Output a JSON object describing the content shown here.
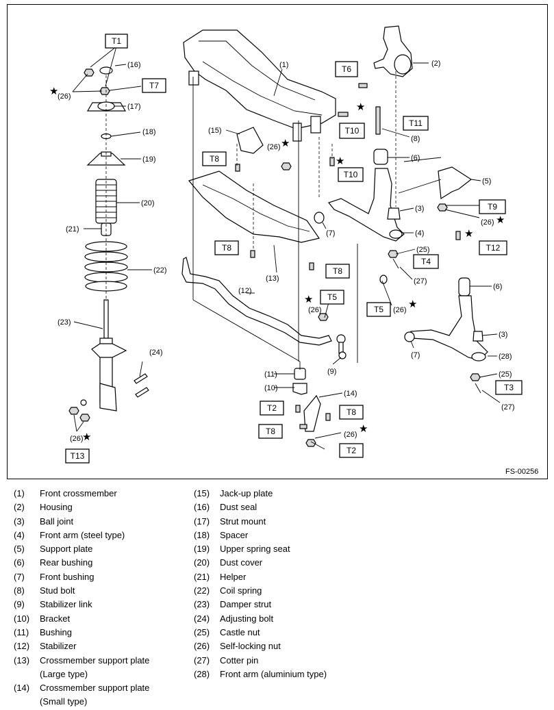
{
  "figure_code": "FS-00256",
  "callouts": {
    "n1": "(1)",
    "n2": "(2)",
    "n3a": "(3)",
    "n3b": "(3)",
    "n4": "(4)",
    "n5": "(5)",
    "n6a": "(6)",
    "n6b": "(6)",
    "n7a": "(7)",
    "n7b": "(7)",
    "n8": "(8)",
    "n9": "(9)",
    "n10": "(10)",
    "n11": "(11)",
    "n12": "(12)",
    "n13": "(13)",
    "n14": "(14)",
    "n15": "(15)",
    "n16": "(16)",
    "n17": "(17)",
    "n18": "(18)",
    "n19": "(19)",
    "n20": "(20)",
    "n21": "(21)",
    "n22": "(22)",
    "n23": "(23)",
    "n24": "(24)",
    "n25a": "(25)",
    "n25b": "(25)",
    "n26a": "(26)",
    "n26b": "(26)",
    "n26c": "(26)",
    "n26d": "(26)",
    "n26e": "(26)",
    "n26f": "(26)",
    "n26g": "(26)",
    "n27a": "(27)",
    "n27b": "(27)",
    "n28": "(28)"
  },
  "torque_labels": {
    "t1": "T1",
    "t7": "T7",
    "t6": "T6",
    "t10a": "T10",
    "t10b": "T10",
    "t11": "T11",
    "t8a": "T8",
    "t8b": "T8",
    "t8c": "T8",
    "t8d": "T8",
    "t8e": "T8",
    "t9": "T9",
    "t12": "T12",
    "t4": "T4",
    "t5a": "T5",
    "t5b": "T5",
    "t2a": "T2",
    "t2b": "T2",
    "t3": "T3",
    "t13": "T13"
  },
  "star_symbol": "★",
  "legend_left": [
    {
      "num": "(1)",
      "text": "Front crossmember"
    },
    {
      "num": "(2)",
      "text": "Housing"
    },
    {
      "num": "(3)",
      "text": "Ball joint"
    },
    {
      "num": "(4)",
      "text": "Front arm (steel type)"
    },
    {
      "num": "(5)",
      "text": "Support plate"
    },
    {
      "num": "(6)",
      "text": "Rear bushing"
    },
    {
      "num": "(7)",
      "text": "Front bushing"
    },
    {
      "num": "(8)",
      "text": "Stud bolt"
    },
    {
      "num": "(9)",
      "text": "Stabilizer link"
    },
    {
      "num": "(10)",
      "text": "Bracket"
    },
    {
      "num": "(11)",
      "text": "Bushing"
    },
    {
      "num": "(12)",
      "text": "Stabilizer"
    },
    {
      "num": "(13)",
      "text": "Crossmember support plate\n(Large type)"
    },
    {
      "num": "(14)",
      "text": "Crossmember support plate\n(Small type)"
    }
  ],
  "legend_right": [
    {
      "num": "(15)",
      "text": "Jack-up plate"
    },
    {
      "num": "(16)",
      "text": "Dust seal"
    },
    {
      "num": "(17)",
      "text": "Strut mount"
    },
    {
      "num": "(18)",
      "text": "Spacer"
    },
    {
      "num": "(19)",
      "text": "Upper spring seat"
    },
    {
      "num": "(20)",
      "text": "Dust cover"
    },
    {
      "num": "(21)",
      "text": "Helper"
    },
    {
      "num": "(22)",
      "text": "Coil spring"
    },
    {
      "num": "(23)",
      "text": "Damper strut"
    },
    {
      "num": "(24)",
      "text": "Adjusting bolt"
    },
    {
      "num": "(25)",
      "text": "Castle nut"
    },
    {
      "num": "(26)",
      "text": "Self-locking nut"
    },
    {
      "num": "(27)",
      "text": "Cotter pin"
    },
    {
      "num": "(28)",
      "text": "Front arm (aluminium type)"
    }
  ]
}
